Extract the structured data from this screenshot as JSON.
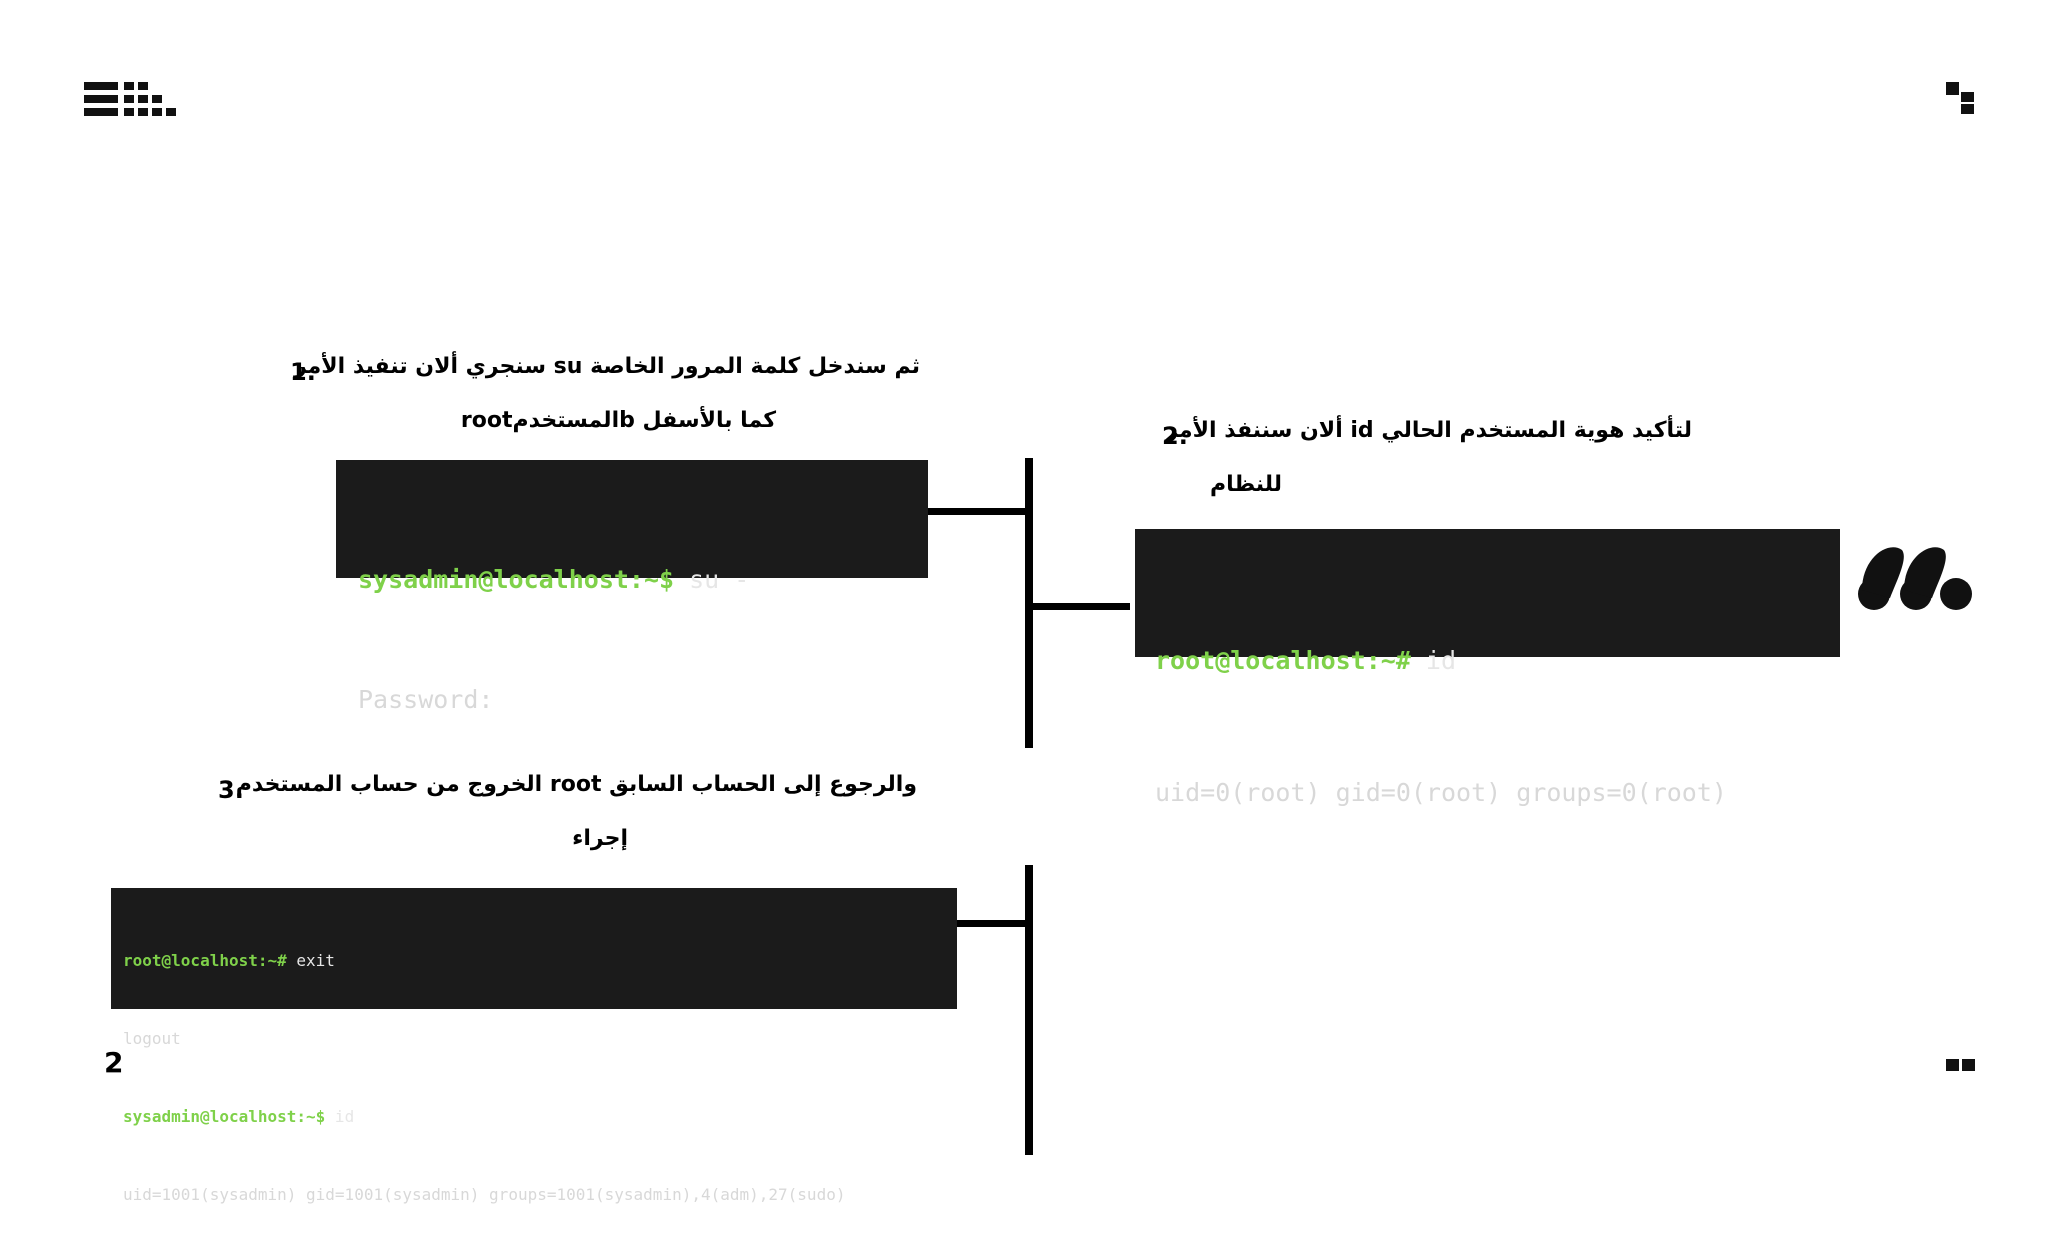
{
  "page_number": "2",
  "steps": [
    {
      "number": "1.",
      "caption_line1": "ثم سندخل كلمة المرور الخاصة  su سنجري ألان تنفيذ الأمر",
      "caption_line2": "كما بالأسفل  bالمستخدمroot",
      "terminal": {
        "prompt": "sysadmin@localhost:~$",
        "command": " su -",
        "output": "Password:"
      }
    },
    {
      "number": "2.",
      "caption_line1": "لتأكيد هوية المستخدم الحالي  id ألان سننفذ الأمر",
      "caption_line2": "للنظام",
      "terminal": {
        "prompt": "root@localhost:~#",
        "command": " id",
        "output": "uid=0(root) gid=0(root) groups=0(root)"
      }
    },
    {
      "number": "3.",
      "caption_line1": "والرجوع إلى الحساب السابق  root الخروج من حساب المستخدم",
      "caption_line2": "إجراء",
      "terminal": {
        "line1_prompt": "root@localhost:~#",
        "line1_command": " exit",
        "line2": "logout",
        "line3_prompt": "sysadmin@localhost:~$",
        "line3_command": " id",
        "line4": "uid=1001(sysadmin) gid=1001(sysadmin) groups=1001(sysadmin),4(adm),27(sudo)"
      }
    }
  ],
  "decorations": {
    "top_left": "dash-dot-logo-icon",
    "top_right": "corner-dots-icon",
    "right_mid": "blob-logo-icon",
    "bottom_right": "double-square-icon"
  }
}
